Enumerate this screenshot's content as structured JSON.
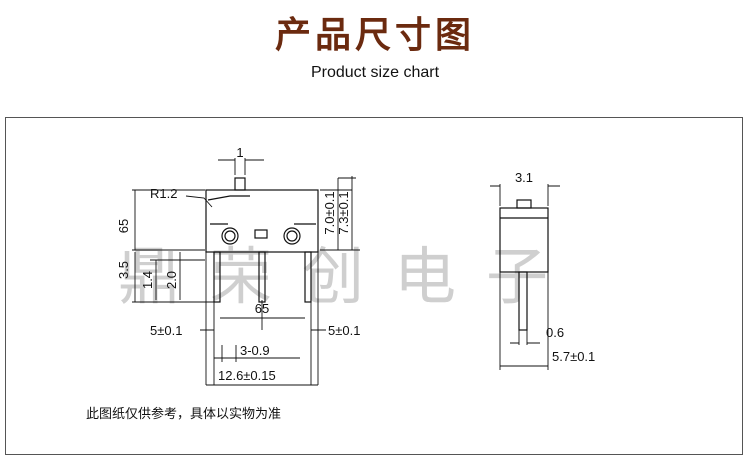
{
  "header": {
    "title_cn": "产品尺寸图",
    "title_en": "Product size chart"
  },
  "watermark": "鼎荣创电子",
  "footer_note": "此图纸仅供参考，具体以实物为准",
  "dimensions": {
    "top_pin": "1",
    "radius": "R1.2",
    "height_left": "65",
    "height_7_0": "7.0±0.1",
    "height_7_3": "7.3±0.1",
    "left_3_5": "3.5",
    "left_1_4": "1.4",
    "left_2_0": "2.0",
    "pitch_65": "65",
    "side_5_left": "5±0.1",
    "side_5_right": "5±0.1",
    "pin_3_09": "3-0.9",
    "total_width": "12.6±0.15",
    "side_width_3_1": "3.1",
    "side_pin_0_6": "0.6",
    "side_depth_5_7": "5.7±0.1"
  },
  "colors": {
    "title": "#6b2a0f",
    "line": "#111111",
    "watermark": "#cfcfcf"
  }
}
